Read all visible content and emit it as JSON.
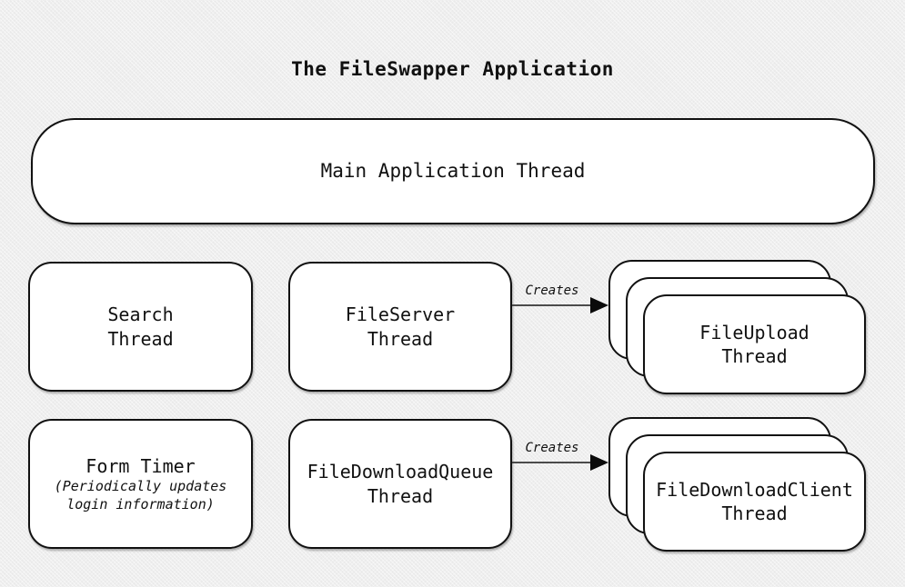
{
  "diagram": {
    "title": "The FileSwapper Application",
    "background_color": "#eaeaea",
    "box_fill_color": "#ffffff",
    "box_border_color": "#111111",
    "nodes": {
      "main_thread": {
        "label": "Main Application Thread"
      },
      "search_thread": {
        "label": "Search\nThread"
      },
      "fileserver_thread": {
        "label": "FileServer\nThread"
      },
      "form_timer": {
        "label": "Form Timer",
        "sublabel": "(Periodically updates\nlogin information)"
      },
      "filedownloadqueue_thread": {
        "label": "FileDownloadQueue\nThread"
      },
      "fileupload_thread": {
        "label": "FileUpload\nThread",
        "instances": 3
      },
      "filedownloadclient_thread": {
        "label": "FileDownloadClient\nThread",
        "instances": 3
      }
    },
    "arrows": [
      {
        "id": "fileserver-to-fileupload",
        "label": "Creates",
        "from": "fileserver_thread",
        "to": "fileupload_thread"
      },
      {
        "id": "filedownloadqueue-to-filedownloadclient",
        "label": "Creates",
        "from": "filedownloadqueue_thread",
        "to": "filedownloadclient_thread"
      }
    ]
  }
}
